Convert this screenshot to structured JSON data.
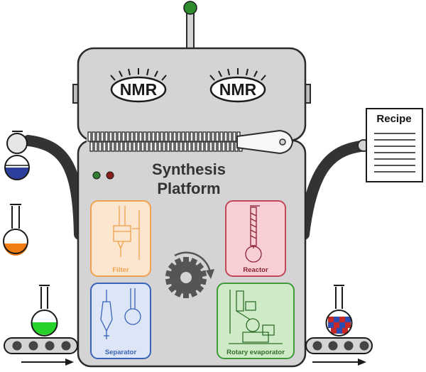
{
  "eyes": {
    "left": "NMR",
    "right": "NMR"
  },
  "title": {
    "line1": "Synthesis",
    "line2": "Platform"
  },
  "recipe": {
    "label": "Recipe"
  },
  "modules": {
    "filter": {
      "label": "Filter",
      "color": "#f0a24e",
      "fill": "#fde6cf"
    },
    "reactor": {
      "label": "Reactor",
      "color": "#c0485a",
      "fill": "#f9cfd6"
    },
    "separator": {
      "label": "Separator",
      "color": "#3a63b8",
      "fill": "#dce6f7"
    },
    "rotary": {
      "label": "Rotary evaporator",
      "color": "#3f9a3a",
      "fill": "#cfeac6"
    }
  },
  "colors": {
    "body": "#d4d4d4",
    "outline": "#2b2b2b",
    "antenna_ball": "#2e8b2e",
    "led_green": "#2f7d32",
    "led_red": "#8b1e1e",
    "flask_blue": "#2d3f9c",
    "flask_orange": "#ef7d14",
    "flask_green": "#27d22a",
    "gear": "#555555"
  }
}
